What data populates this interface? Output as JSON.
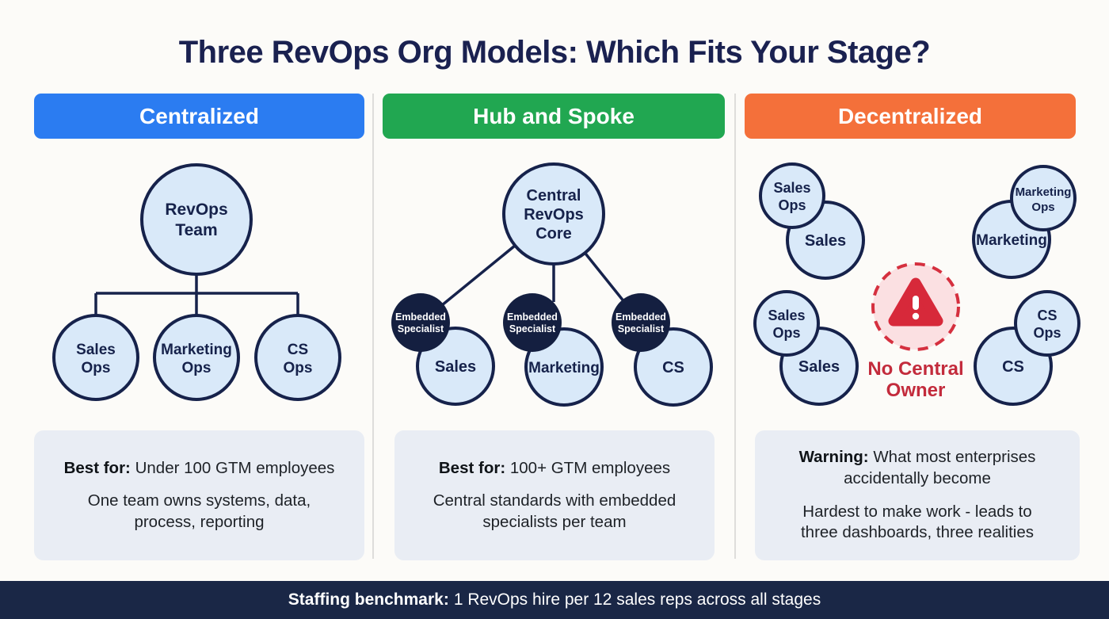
{
  "title": "Three RevOps Org Models: Which Fits Your Stage?",
  "colors": {
    "accent_blue": "#2b7cf1",
    "accent_green": "#21a751",
    "accent_orange": "#f4703a",
    "navy": "#16224b",
    "circle_fill": "#d9e9f9",
    "dark_circle_fill": "#141f40",
    "warning_red": "#d5303f",
    "warning_circle_fill": "#fbe0e2",
    "info_box_bg": "#e9edf4",
    "banner_bg": "#1a2746"
  },
  "columns": [
    {
      "header": {
        "label": "Centralized",
        "color": "#2b7cf1"
      },
      "diagram": {
        "root": {
          "line1": "RevOps",
          "line2": "Team"
        },
        "children": [
          {
            "line1": "Sales",
            "line2": "Ops"
          },
          {
            "line1": "Marketing",
            "line2": "Ops"
          },
          {
            "line1": "CS",
            "line2": "Ops"
          }
        ]
      },
      "info": {
        "lead": "Best for:",
        "rest": " Under 100 GTM employees",
        "detail": "One team owns systems, data, process, reporting"
      }
    },
    {
      "header": {
        "label": "Hub and Spoke",
        "color": "#21a751"
      },
      "diagram": {
        "hub": {
          "line1": "Central",
          "line2": "RevOps",
          "line3": "Core"
        },
        "badge": {
          "line1": "Embedded",
          "line2": "Specialist"
        },
        "spokes": [
          {
            "label": "Sales"
          },
          {
            "label": "Marketing"
          },
          {
            "label": "CS"
          }
        ]
      },
      "info": {
        "lead": "Best for:",
        "rest": " 100+ GTM employees",
        "detail": "Central standards with embedded specialists per team"
      }
    },
    {
      "header": {
        "label": "Decentralized",
        "color": "#f4703a"
      },
      "diagram": {
        "clusters": [
          {
            "small_line1": "Sales",
            "small_line2": "Ops",
            "big": "Sales"
          },
          {
            "small_line1": "Marketing",
            "small_line2": "Ops",
            "big": "Marketing"
          },
          {
            "small_line1": "Sales",
            "small_line2": "Ops",
            "big": "Sales"
          },
          {
            "small_line1": "CS",
            "small_line2": "Ops",
            "big": "CS"
          }
        ],
        "warning": {
          "line1": "No Central",
          "line2": "Owner"
        }
      },
      "info": {
        "lead": "Warning:",
        "rest": " What most enterprises accidentally become",
        "detail": "Hardest to make work - leads to three dashboards, three realities"
      }
    }
  ],
  "footer": {
    "lead": "Staffing benchmark:",
    "rest": "1 RevOps hire per 12 sales reps across all stages"
  }
}
